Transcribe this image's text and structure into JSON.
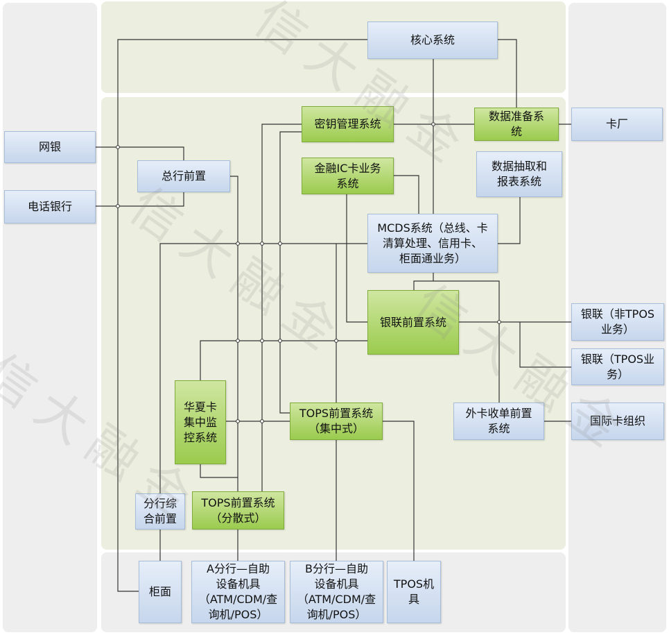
{
  "nodes": {
    "core": "核心系统",
    "key_mgmt": "密钥管理系统",
    "data_prep": "数据准备系\n统",
    "card_factory": "卡厂",
    "online_bank": "网银",
    "phone_bank": "电话银行",
    "hq_front": "总行前置",
    "fin_ic": "金融IC卡业务\n系统",
    "data_extract": "数据抽取和\n报表系统",
    "mcds": "MCDS系统（总线、卡\n清算处理、信用卡、\n柜面通业务）",
    "unionpay_front": "银联前置系统",
    "unionpay_non_tpos": "银联（非TPOS\n业务）",
    "unionpay_tpos": "银联（TPOS业\n务）",
    "huaxia_monitor": "华夏卡\n集中监\n控系统",
    "tops_central": "TOPS前置系统\n（集中式）",
    "foreign_acq": "外卡收单前置\n系统",
    "intl_card_org": "国际卡组织",
    "branch_front": "分行综\n合前置",
    "tops_dist": "TOPS前置系统\n（分散式）",
    "counter": "柜面",
    "a_branch_devices": "A分行—自助\n设备机具\n（ATM/CDM/查\n询机/POS）",
    "b_branch_devices": "B分行—自助\n设备机具\n（ATM/CDM/查\n询机/POS）",
    "tpos_devices": "TPOS机\n具"
  },
  "watermark": "信大融金"
}
